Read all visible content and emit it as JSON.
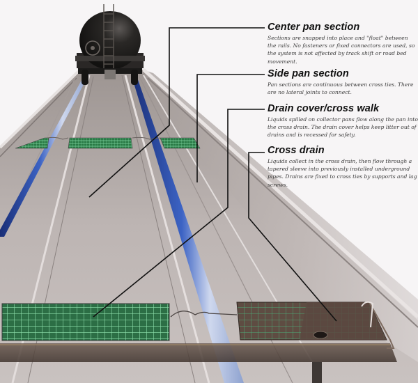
{
  "diagram": {
    "subject": "Railroad track drip-pan / spill containment system",
    "colors": {
      "background": "#f7f5f6",
      "pan_metal": "#b6adab",
      "rail_blue": "#2b4fa8",
      "grate_green": "#2f7a4a",
      "drain_brown": "#5a4a42",
      "tank_car": "#1f1d1c",
      "leader_line": "#111111"
    }
  },
  "callouts": [
    {
      "id": "center-pan-section",
      "title": "Center pan section",
      "body": "Sections are snapped into place and \"float\" between the rails.  No fasteners or fixed connectors are used, so the system is not affected by track shift or road bed movement."
    },
    {
      "id": "side-pan-section",
      "title": "Side pan section",
      "body": "Pan sections are continuous between cross ties. There are no lateral joints to connect."
    },
    {
      "id": "drain-cover-cross-walk",
      "title": "Drain cover/cross walk",
      "body": "Liquids spilled on collector pans flow along the pan into the cross drain.  The drain cover helps keep litter out of drains and is recessed for safety."
    },
    {
      "id": "cross-drain",
      "title": "Cross drain",
      "body": "Liquids collect in the cross drain, then flow through a tapered sleeve into previously installed underground pipes.  Drains are fixed to cross ties by supports and lag screws."
    }
  ]
}
